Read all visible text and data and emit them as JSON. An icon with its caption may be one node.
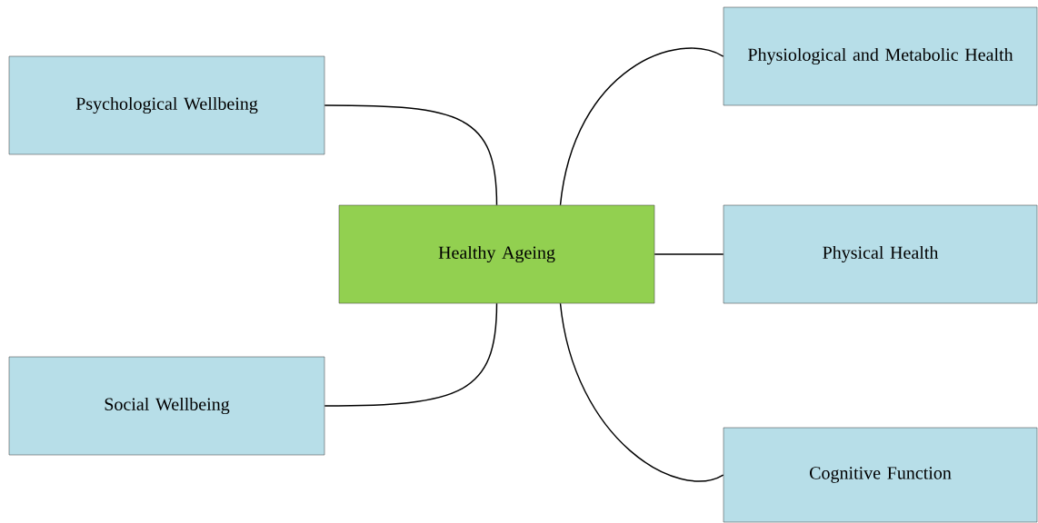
{
  "diagram": {
    "nodes": [
      {
        "text": [
          "Healthy Ageing"
        ]
      },
      {
        "text": [
          "Psychological Wellbeing"
        ]
      },
      {
        "text": [
          "Physiological and Metabolic Health"
        ]
      },
      {
        "text": [
          "Physical Health"
        ]
      },
      {
        "text": [
          "Social Wellbeing"
        ]
      },
      {
        "text": [
          "Cognitive Function"
        ]
      }
    ],
    "edges": [
      {
        "from": 0,
        "to": 1,
        "arrow": "none"
      },
      {
        "from": 0,
        "to": 2,
        "arrow": "none"
      },
      {
        "from": 0,
        "to": 3,
        "arrow": "none"
      },
      {
        "from": 0,
        "to": 4,
        "arrow": "none"
      },
      {
        "from": 0,
        "to": 5,
        "arrow": "none"
      }
    ]
  }
}
